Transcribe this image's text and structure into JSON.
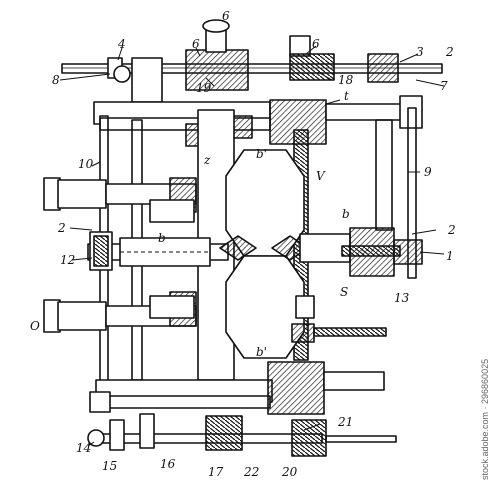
{
  "figure": {
    "labels": [
      "4",
      "6",
      "6",
      "6",
      "3",
      "2",
      "8",
      "19",
      "18",
      "t",
      "7",
      "z",
      "b'",
      "V",
      "10",
      "9",
      "b",
      "b",
      "2",
      "2",
      "12",
      "1",
      "S",
      "13",
      "O",
      "b'",
      "21",
      "14",
      "15",
      "16",
      "17",
      "22",
      "20"
    ],
    "watermark": "stock.adobe.com · 296860025"
  },
  "colors": {
    "ink": "#111111",
    "paper": "#ffffff"
  }
}
